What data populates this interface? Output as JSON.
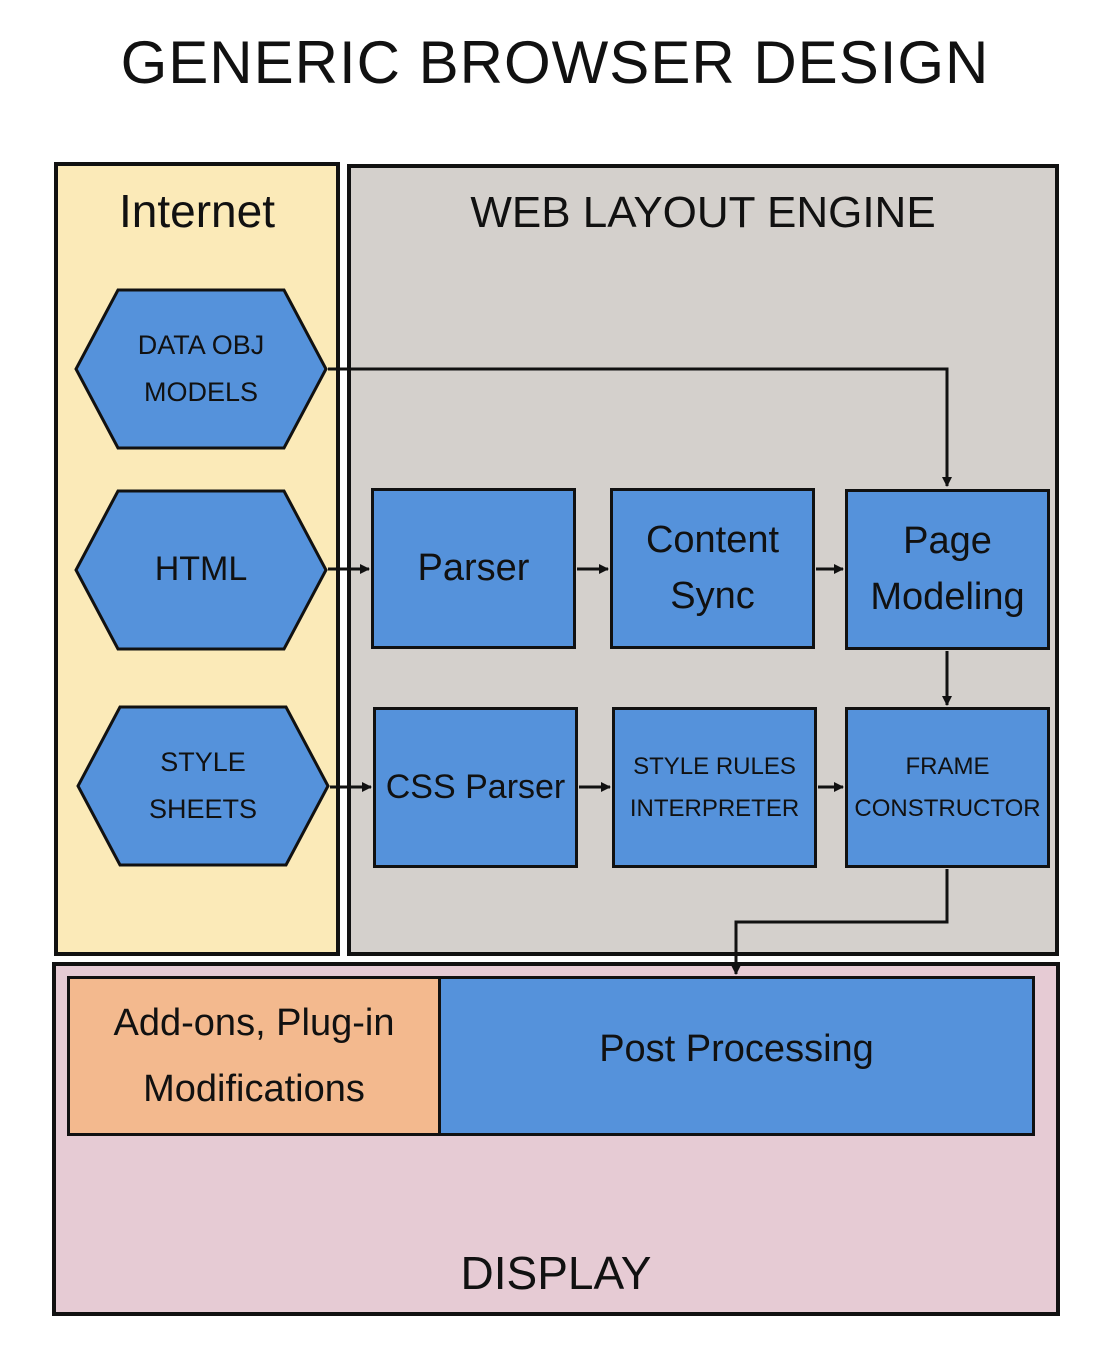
{
  "title": "GENERIC BROWSER DESIGN",
  "colors": {
    "process_blue": "#5592db",
    "internet_bg": "#fbeab8",
    "engine_bg": "#d4d0cc",
    "display_bg": "#e6cbd4",
    "addons_orange": "#f3b98e",
    "stroke": "#111111"
  },
  "internet": {
    "title": "Internet",
    "sources": [
      {
        "lines": [
          "DATA OBJ",
          "MODELS"
        ]
      },
      {
        "lines": [
          "HTML"
        ]
      },
      {
        "lines": [
          "STYLE",
          "SHEETS"
        ]
      }
    ]
  },
  "engine": {
    "title": "WEB LAYOUT ENGINE",
    "row1": [
      {
        "lines": [
          "Parser"
        ]
      },
      {
        "lines": [
          "Content",
          "Sync"
        ]
      },
      {
        "lines": [
          "Page",
          "Modeling"
        ]
      }
    ],
    "row2": [
      {
        "lines": [
          "CSS Parser"
        ]
      },
      {
        "lines": [
          "STYLE RULES",
          "INTERPRETER"
        ]
      },
      {
        "lines": [
          "FRAME",
          "CONSTRUCTOR"
        ]
      }
    ]
  },
  "display": {
    "title": "DISPLAY",
    "addons": {
      "lines": [
        "Add-ons, Plug-in",
        "Modifications"
      ]
    },
    "post_processing": {
      "lines": [
        "Post Processing"
      ]
    }
  },
  "connections": [
    {
      "from": "DATA OBJ MODELS",
      "to": "Page Modeling"
    },
    {
      "from": "HTML",
      "to": "Parser"
    },
    {
      "from": "Parser",
      "to": "Content Sync"
    },
    {
      "from": "Content Sync",
      "to": "Page Modeling"
    },
    {
      "from": "Page Modeling",
      "to": "FRAME CONSTRUCTOR"
    },
    {
      "from": "STYLE SHEETS",
      "to": "CSS Parser"
    },
    {
      "from": "CSS Parser",
      "to": "STYLE RULES INTERPRETER"
    },
    {
      "from": "STYLE RULES INTERPRETER",
      "to": "FRAME CONSTRUCTOR"
    },
    {
      "from": "FRAME CONSTRUCTOR",
      "to": "Post Processing"
    }
  ]
}
